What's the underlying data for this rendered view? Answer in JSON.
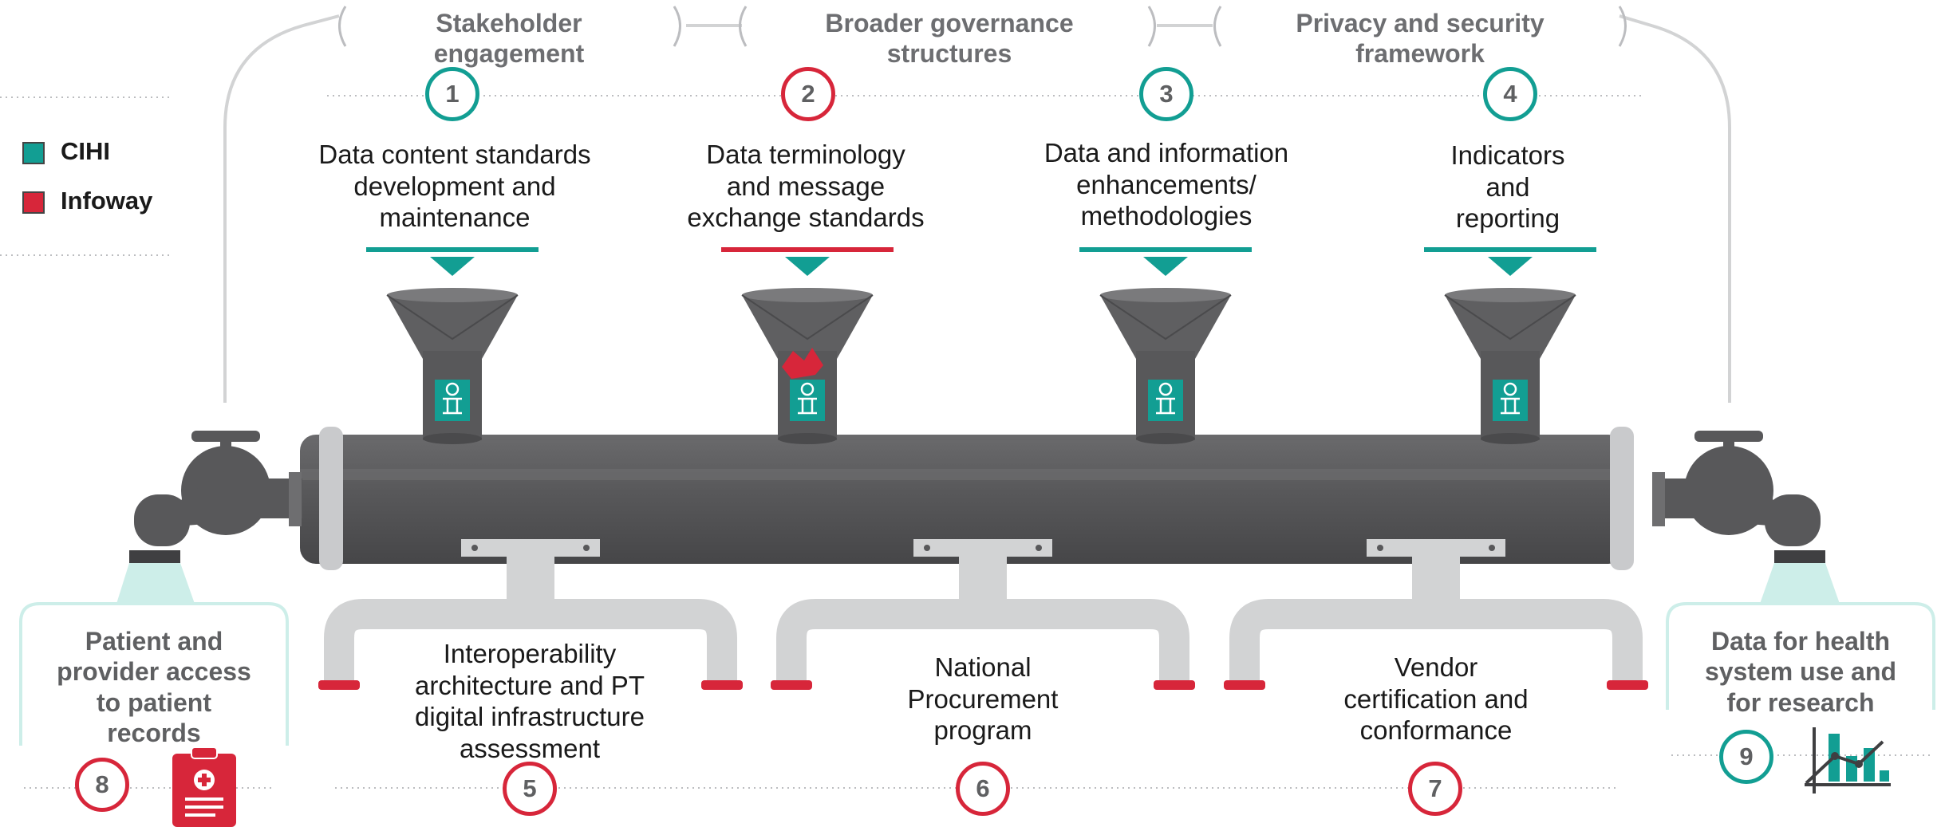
{
  "colors": {
    "cihi": "#129e93",
    "infoway": "#d7263a",
    "pipe": "#58585a",
    "pipe_dark": "#3f3f41",
    "light_pipe": "#d2d3d4"
  },
  "top_labels": [
    "Stakeholder engagement",
    "Broader governance structures",
    "Privacy and security framework"
  ],
  "legend": [
    {
      "label": "CIHI",
      "color": "#129e93"
    },
    {
      "label": "Infoway",
      "color": "#d7263a"
    }
  ],
  "funnels": [
    {
      "number": "1",
      "org": "CIHI",
      "lines": [
        "Data content standards",
        "development and",
        "maintenance"
      ]
    },
    {
      "number": "2",
      "org": "Infoway",
      "lines": [
        "Data terminology",
        "and message",
        "exchange standards"
      ]
    },
    {
      "number": "3",
      "org": "CIHI",
      "lines": [
        "Data and information",
        "enhancements/",
        "methodologies"
      ]
    },
    {
      "number": "4",
      "org": "CIHI",
      "lines": [
        "Indicators",
        "and",
        "reporting"
      ]
    }
  ],
  "outlets": [
    {
      "number": "5",
      "org": "Infoway",
      "lines": [
        "Interoperability",
        "architecture and PT",
        "digital infrastructure",
        "assessment"
      ]
    },
    {
      "number": "6",
      "org": "Infoway",
      "lines": [
        "National",
        "Procurement",
        "program"
      ]
    },
    {
      "number": "7",
      "org": "Infoway",
      "lines": [
        "Vendor",
        "certification and",
        "conformance"
      ]
    }
  ],
  "taps": [
    {
      "number": "8",
      "org": "Infoway",
      "lines": [
        "Patient and",
        "provider access",
        "to patient",
        "records"
      ],
      "icon": "clipboard-medical-icon"
    },
    {
      "number": "9",
      "org": "CIHI",
      "lines": [
        "Data for health",
        "system use and",
        "for research"
      ],
      "icon": "bar-chart-trend-icon"
    }
  ]
}
